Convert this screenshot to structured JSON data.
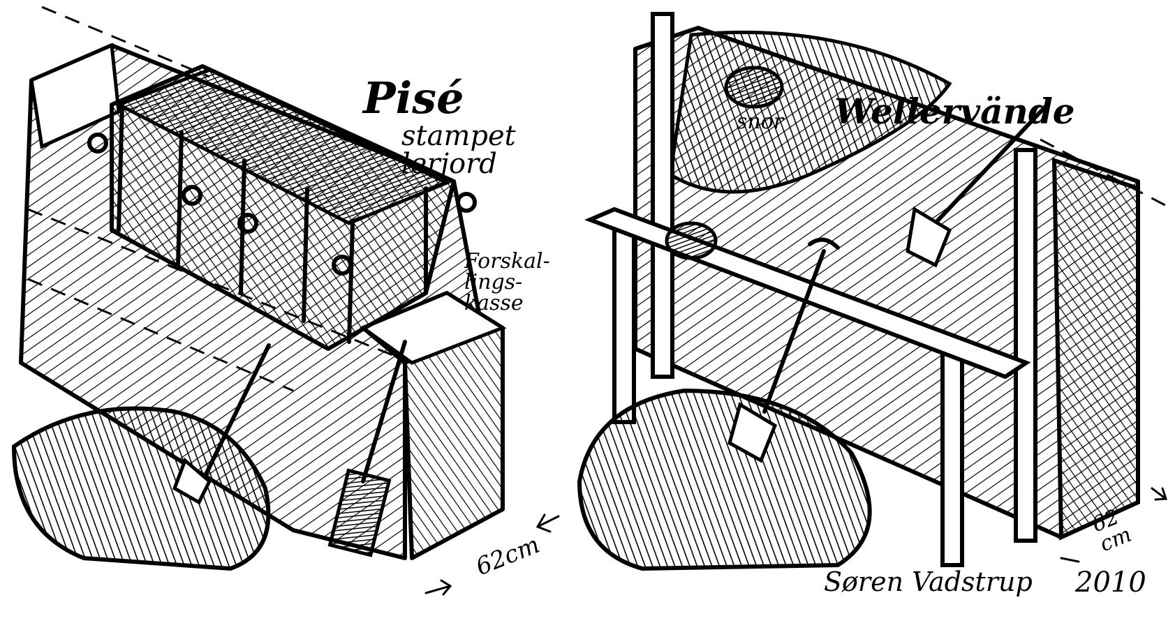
{
  "labels": {
    "pise": "Pisé",
    "pise_sub": "stampet\nlerjord",
    "formwork": "Forskal-\nlings-\nkasse",
    "dim_left": "62cm",
    "snor": "snor",
    "wellervaende": "Wellervände",
    "dim_right": "62\ncm",
    "signature": "Søren Vadstrup",
    "year": "2010"
  },
  "colors": {
    "ink": "#000000",
    "paper": "#ffffff"
  }
}
